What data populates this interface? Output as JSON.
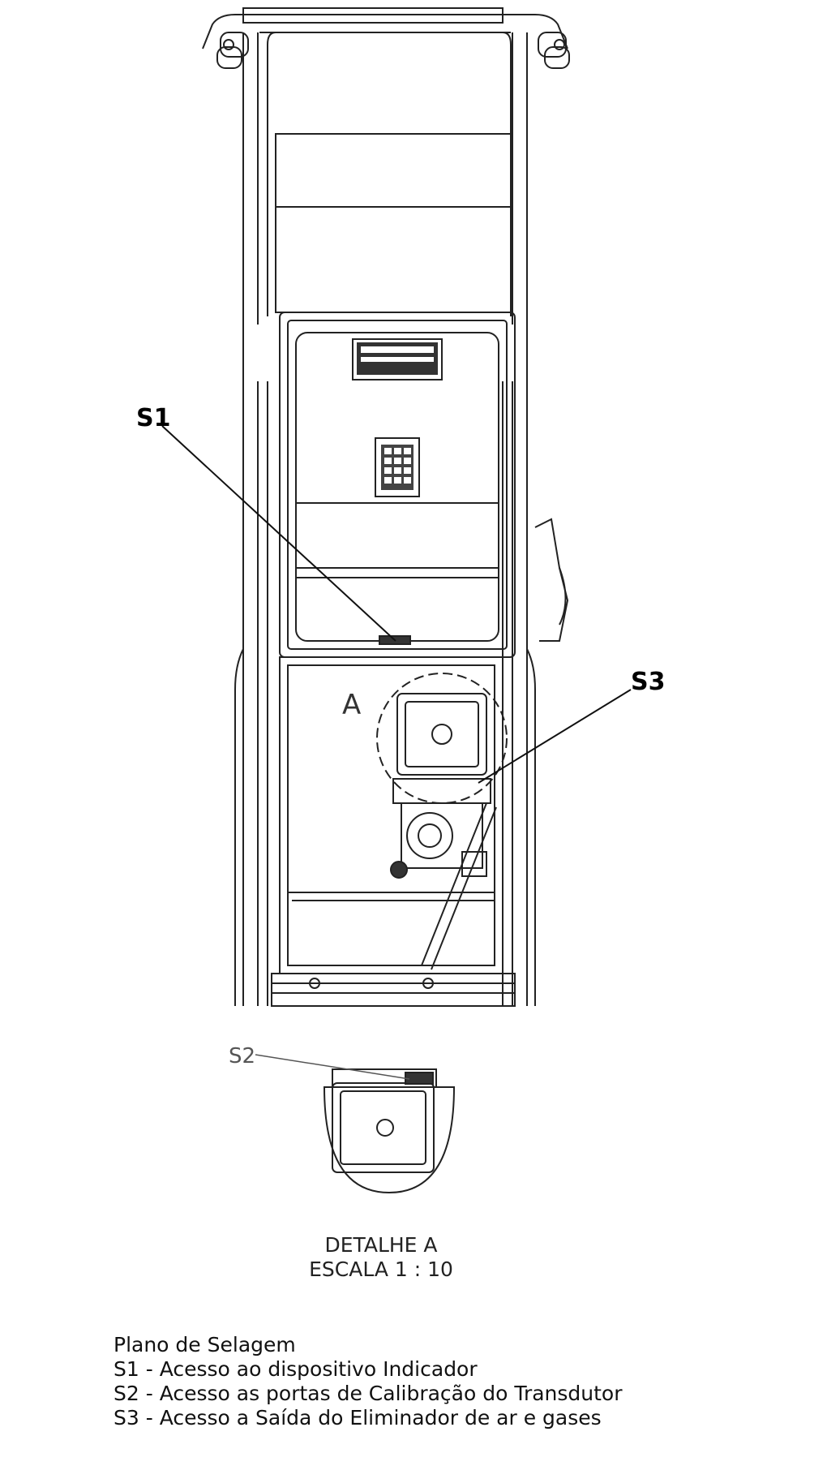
{
  "callouts": {
    "s1": "S1",
    "s2": "S2",
    "s3": "S3",
    "detail_letter": "A"
  },
  "detail": {
    "title": "DETALHE A",
    "scale": "ESCALA 1 : 10"
  },
  "legend": {
    "title": "Plano de Selagem",
    "items": [
      "S1 - Acesso ao dispositivo Indicador",
      "S2 - Acesso as portas de Calibração do Transdutor",
      "S3 - Acesso a Saída do Eliminador de ar e gases"
    ]
  }
}
